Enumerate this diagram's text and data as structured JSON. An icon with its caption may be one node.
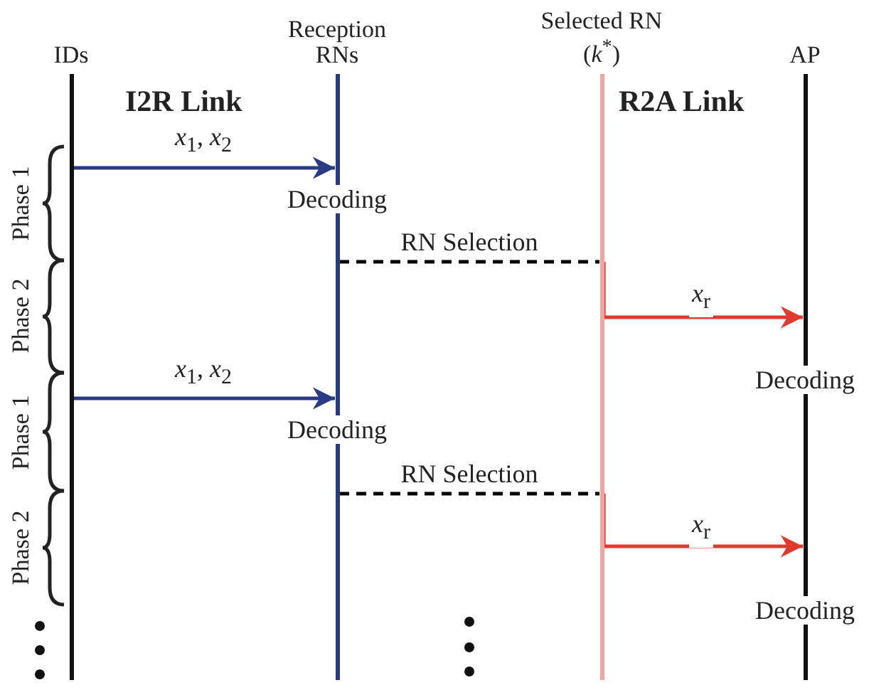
{
  "diagram": {
    "nodes": [
      {
        "text": [
          "IDs"
        ]
      },
      {
        "text": [
          "Reception RNs"
        ]
      },
      {
        "text": [
          "Selected RN (*k*$^{*}$)"
        ]
      },
      {
        "text": [
          "AP"
        ]
      }
    ],
    "edges": [
      {
        "from": 0,
        "to": 1,
        "arrow": "to",
        "label": "*x*$_{1}$, *x*$_{2}$",
        "color": "#2b3a85"
      },
      {
        "from": 1,
        "to": 2,
        "arrow": "none",
        "label": "RN Selection",
        "style": "dashed",
        "color": "#000000"
      },
      {
        "from": 2,
        "to": 3,
        "arrow": "to",
        "label": "*x*$_{r}$",
        "color": "#e03a2e"
      },
      {
        "from": 0,
        "to": 1,
        "arrow": "to",
        "label": "*x*$_{1}$, *x*$_{2}$",
        "color": "#2b3a85"
      },
      {
        "from": 1,
        "to": 2,
        "arrow": "none",
        "label": "RN Selection",
        "style": "dashed",
        "color": "#000000"
      },
      {
        "from": 2,
        "to": 3,
        "arrow": "to",
        "label": "*x*$_{r}$",
        "color": "#e03a2e"
      }
    ],
    "labels": [
      "I2R Link",
      "R2A Link",
      "Decoding",
      "Phase 1",
      "Phase 2",
      "Decoding",
      "Decoding",
      "Phase 1",
      "Phase 2",
      "Decoding"
    ]
  }
}
